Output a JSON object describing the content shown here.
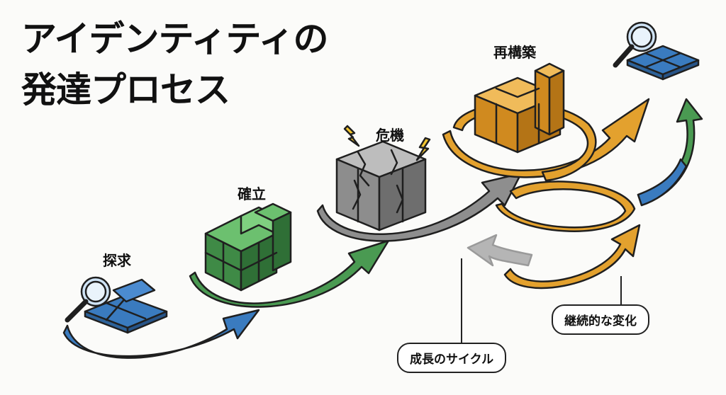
{
  "title": {
    "line1": "アイデンティティの",
    "line2": "発達プロセス"
  },
  "stages": [
    {
      "id": "explore",
      "label": "探求",
      "color": "#3a7bbf",
      "icon": "magnifier-on-puzzle-icon"
    },
    {
      "id": "establish",
      "label": "確立",
      "color": "#4a9a52",
      "icon": "green-block-stack-icon"
    },
    {
      "id": "crisis",
      "label": "危機",
      "color": "#8e8e8e",
      "icon": "cracked-gray-block-icon"
    },
    {
      "id": "rebuild",
      "label": "再構築",
      "color": "#e3a12e",
      "icon": "orange-block-structure-icon"
    }
  ],
  "callouts": {
    "growth_cycle": "成長のサイクル",
    "continuous_change": "継続的な変化"
  },
  "colors": {
    "outline": "#1f1f1f",
    "lightning": "#f2c531"
  }
}
